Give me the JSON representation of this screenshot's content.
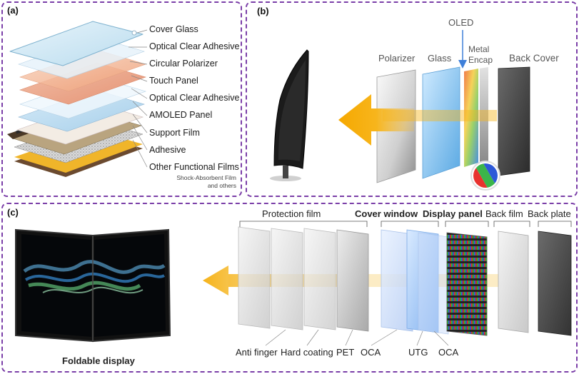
{
  "panel_a": {
    "label": "(a)",
    "layers": [
      "Cover Glass",
      "Optical Clear Adhesive",
      "Circular Polarizer",
      "Touch Panel",
      "Optical Clear Adhesive",
      "AMOLED Panel",
      "Support Film",
      "Adhesive",
      "Other Functional Films"
    ],
    "note_line1": "Shock-Absorbent Film",
    "note_line2": "and others"
  },
  "panel_b": {
    "label": "(b)",
    "oled": "OLED",
    "polarizer": "Polarizer",
    "glass": "Glass",
    "metal_encap_1": "Metal",
    "metal_encap_2": "Encap",
    "back_cover": "Back Cover"
  },
  "panel_c": {
    "label": "(c)",
    "protection_film": "Protection film",
    "cover_window": "Cover window",
    "display_panel": "Display panel",
    "back_film": "Back film",
    "back_plate": "Back plate",
    "anti_finger": "Anti finger",
    "hard_coating": "Hard coating",
    "pet": "PET",
    "oca1": "OCA",
    "utg": "UTG",
    "oca2": "OCA",
    "foldable_display": "Foldable display"
  },
  "colors": {
    "panel_border": "#7b3fa8",
    "arrow": "#f7b51c"
  }
}
